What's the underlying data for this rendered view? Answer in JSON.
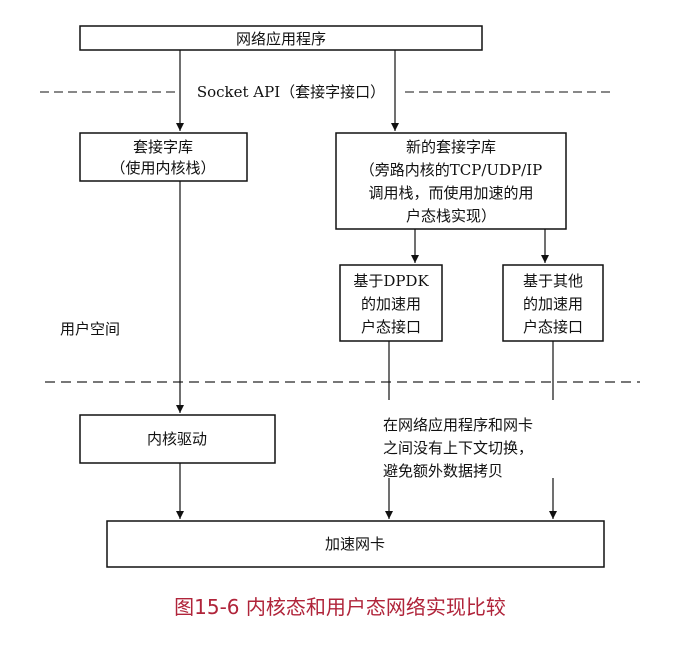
{
  "top_box": {
    "label": "网络应用程序"
  },
  "socket_api": {
    "label": "Socket API（套接字接口）"
  },
  "socket_lib_box": {
    "lines": [
      "套接字库",
      "（使用内核栈）"
    ]
  },
  "new_socket_lib_box": {
    "lines": [
      "新的套接字库",
      "（旁路内核的TCP/UDP/IP",
      "调用栈，而使用加速的用",
      "户态栈实现）"
    ]
  },
  "dpdk_box": {
    "lines": [
      "基于DPDK",
      "的加速用",
      "户态接口"
    ]
  },
  "other_box": {
    "lines": [
      "基于其他",
      "的加速用",
      "户态接口"
    ]
  },
  "user_space_label": "用户空间",
  "kernel_driver_box": {
    "label": "内核驱动"
  },
  "note": {
    "lines": [
      "在网络应用程序和网卡",
      "之间没有上下文切换，",
      "避免额外数据拷贝"
    ]
  },
  "nic_box": {
    "label": "加速网卡"
  },
  "caption": "图15-6 内核态和用户态网络实现比较"
}
